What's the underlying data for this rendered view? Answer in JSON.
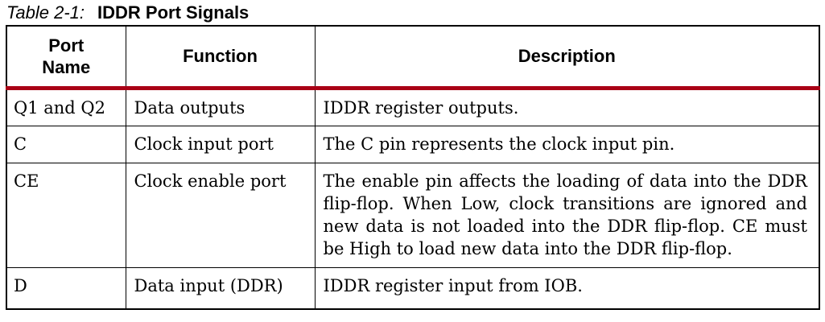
{
  "title": {
    "label": "Table 2-1:",
    "text": "IDDR Port Signals"
  },
  "table": {
    "columns": [
      "Port\nName",
      "Function",
      "Description"
    ],
    "rows": [
      {
        "port": "Q1 and Q2",
        "function": "Data outputs",
        "description": "IDDR register outputs."
      },
      {
        "port": "C",
        "function": "Clock input port",
        "description": "The C pin represents the clock input pin."
      },
      {
        "port": "CE",
        "function": "Clock enable port",
        "description": "The enable pin affects the loading of data into the DDR flip-flop. When Low, clock transitions are ignored and new data is not loaded into the DDR flip-flop. CE must be High to load new data into the DDR flip-flop."
      },
      {
        "port": "D",
        "function": "Data input (DDR)",
        "description": "IDDR register input from IOB."
      }
    ]
  },
  "colors": {
    "header_rule": "#A90016",
    "border": "#000000",
    "text": "#000000",
    "background": "#ffffff"
  }
}
